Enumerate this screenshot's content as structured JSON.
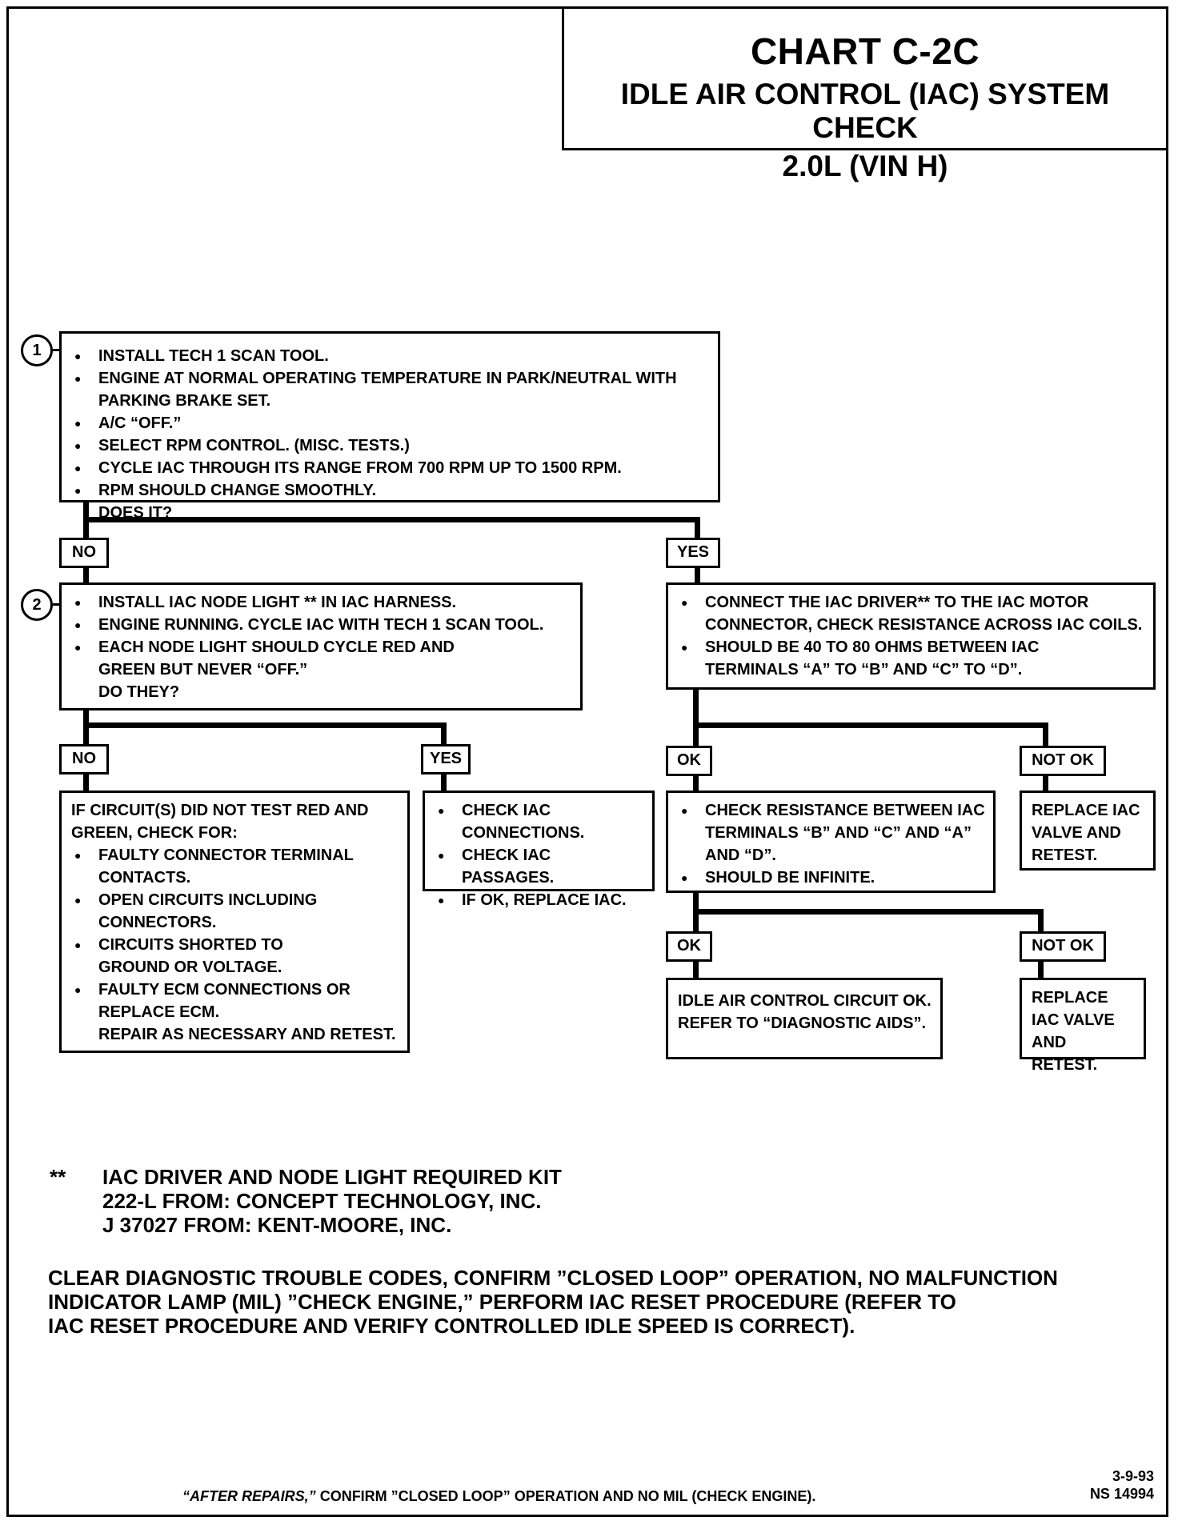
{
  "header": {
    "chart": "CHART C-2C",
    "title_line1": "IDLE AIR CONTROL (IAC) SYSTEM CHECK",
    "title_line2": "2.0L  (VIN H)"
  },
  "step1": {
    "number": "1",
    "items": [
      "INSTALL TECH 1 SCAN TOOL.",
      "ENGINE AT NORMAL OPERATING TEMPERATURE IN PARK/NEUTRAL WITH PARKING BRAKE SET.",
      "A/C “OFF.”",
      "SELECT RPM CONTROL.  (MISC. TESTS.)",
      "CYCLE IAC THROUGH ITS RANGE FROM 700 RPM UP TO 1500 RPM.",
      "RPM SHOULD CHANGE SMOOTHLY."
    ],
    "question": "DOES IT?"
  },
  "step2": {
    "number": "2",
    "items": [
      "INSTALL IAC NODE LIGHT ** IN IAC HARNESS.",
      "ENGINE RUNNING.  CYCLE IAC WITH TECH 1 SCAN TOOL.",
      "EACH NODE LIGHT SHOULD CYCLE RED AND GREEN BUT NEVER “OFF.”"
    ],
    "question": "DO THEY?"
  },
  "driver_box": {
    "items": [
      "CONNECT THE IAC DRIVER** TO THE IAC MOTOR CONNECTOR, CHECK RESISTANCE ACROSS IAC COILS.",
      "SHOULD BE 40 TO 80 OHMS BETWEEN IAC TERMINALS “A” TO “B” AND “C” TO “D”."
    ]
  },
  "labels": {
    "no": "NO",
    "yes": "YES",
    "ok": "OK",
    "not_ok": "NOT OK"
  },
  "circuit_box": {
    "intro": "IF CIRCUIT(S) DID NOT TEST RED AND GREEN, CHECK FOR:",
    "items": [
      "FAULTY CONNECTOR TERMINAL CONTACTS.",
      "OPEN CIRCUITS INCLUDING CONNECTORS.",
      "CIRCUITS SHORTED TO GROUND OR VOLTAGE.",
      "FAULTY ECM CONNECTIONS OR REPLACE ECM."
    ],
    "closing": "REPAIR AS NECESSARY AND RETEST."
  },
  "connections_box": {
    "items": [
      "CHECK IAC CONNECTIONS.",
      "CHECK IAC PASSAGES.",
      "IF OK, REPLACE IAC."
    ]
  },
  "resistance_box": {
    "items": [
      "CHECK RESISTANCE BETWEEN IAC TERMINALS “B” AND “C” AND “A” AND “D”.",
      "SHOULD BE INFINITE."
    ]
  },
  "replace_box": {
    "text": "REPLACE IAC VALVE AND RETEST."
  },
  "circuit_ok_box": {
    "text": "IDLE AIR CONTROL CIRCUIT OK. REFER TO “DIAGNOSTIC AIDS”."
  },
  "footnote": {
    "marker": "**",
    "line1": "IAC DRIVER AND NODE LIGHT REQUIRED KIT",
    "line2": "222-L FROM:  CONCEPT TECHNOLOGY, INC.",
    "line3": "J 37027 FROM:  KENT-MOORE, INC."
  },
  "final_note": {
    "line1": "CLEAR DIAGNOSTIC TROUBLE CODES, CONFIRM ”CLOSED LOOP” OPERATION, NO MALFUNCTION",
    "line2": "INDICATOR LAMP (MIL) ”CHECK ENGINE,” PERFORM IAC RESET PROCEDURE (REFER TO",
    "line3": "IAC RESET PROCEDURE AND  VERIFY CONTROLLED IDLE SPEED IS CORRECT)."
  },
  "bottom": {
    "after_repairs": "“AFTER REPAIRS,”",
    "rest": " CONFIRM ”CLOSED LOOP” OPERATION AND NO MIL (CHECK ENGINE).",
    "date": "3-9-93",
    "code": "NS 14994"
  }
}
